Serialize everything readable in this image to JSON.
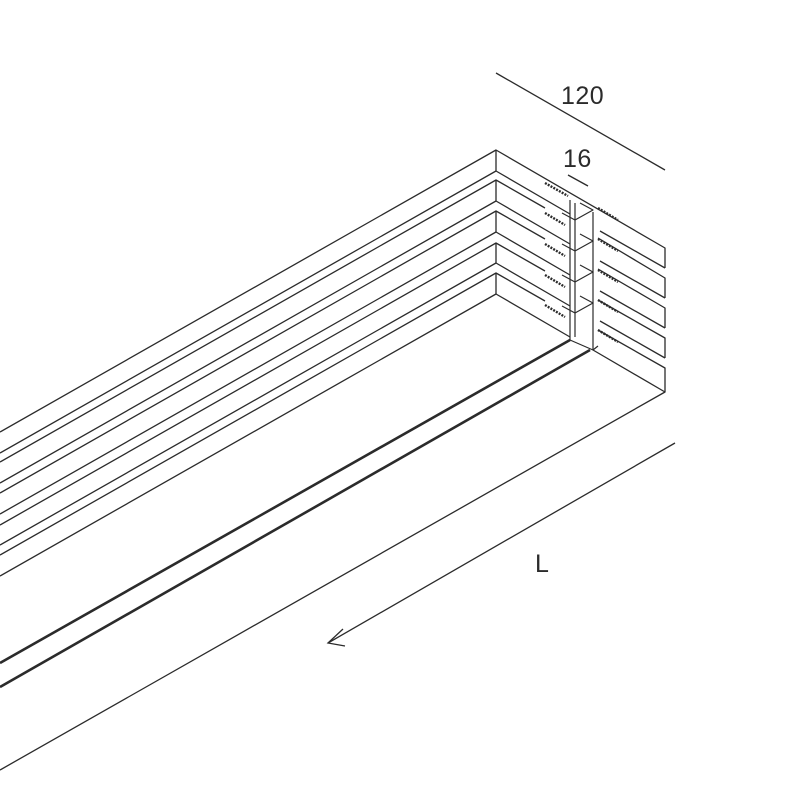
{
  "diagram": {
    "type": "isometric technical drawing",
    "subject": "stacked linear profile modules (5 stacked rectangular bars with connector slot)",
    "line_color": "#2b2b2b",
    "background": "#ffffff",
    "dimensions": {
      "width_label": "120",
      "slot_label": "16",
      "length_label": "L"
    },
    "stack_count": 5
  }
}
